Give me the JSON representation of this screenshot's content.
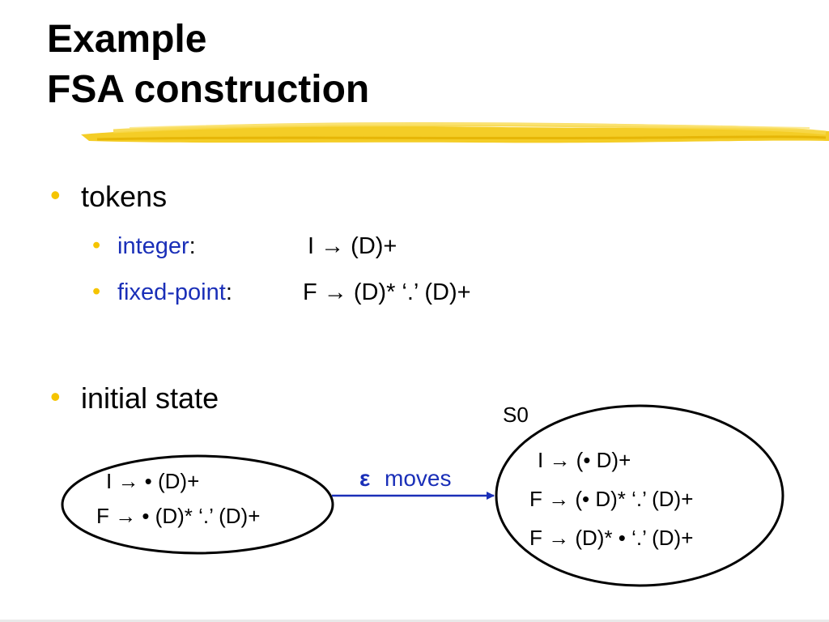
{
  "title": {
    "line1": "Example",
    "line2": "FSA construction"
  },
  "bullets": {
    "tokens": {
      "label": "tokens",
      "integer": {
        "name": "integer",
        "colon": ":",
        "rule": "I → (D)+"
      },
      "fixed_point": {
        "name": "fixed-point",
        "colon": ":",
        "rule": "F → (D)* ‘.’ (D)+"
      }
    },
    "initial_state": {
      "label": "initial state"
    }
  },
  "diagram": {
    "left_state": {
      "items": [
        "I → • (D)+",
        "F → • (D)* ‘.’ (D)+"
      ]
    },
    "transition": {
      "symbol": "ε",
      "label": "moves"
    },
    "right_state": {
      "name": "S0",
      "items": [
        "I → (• D)+",
        "F → (• D)* ‘.’ (D)+",
        "F → (D)* • ‘.’ (D)+"
      ]
    }
  },
  "colors": {
    "bullet": "#f5c400",
    "keyword": "#1a2fb8",
    "arrow": "#1a2fb8",
    "brush": "#f2c400"
  }
}
